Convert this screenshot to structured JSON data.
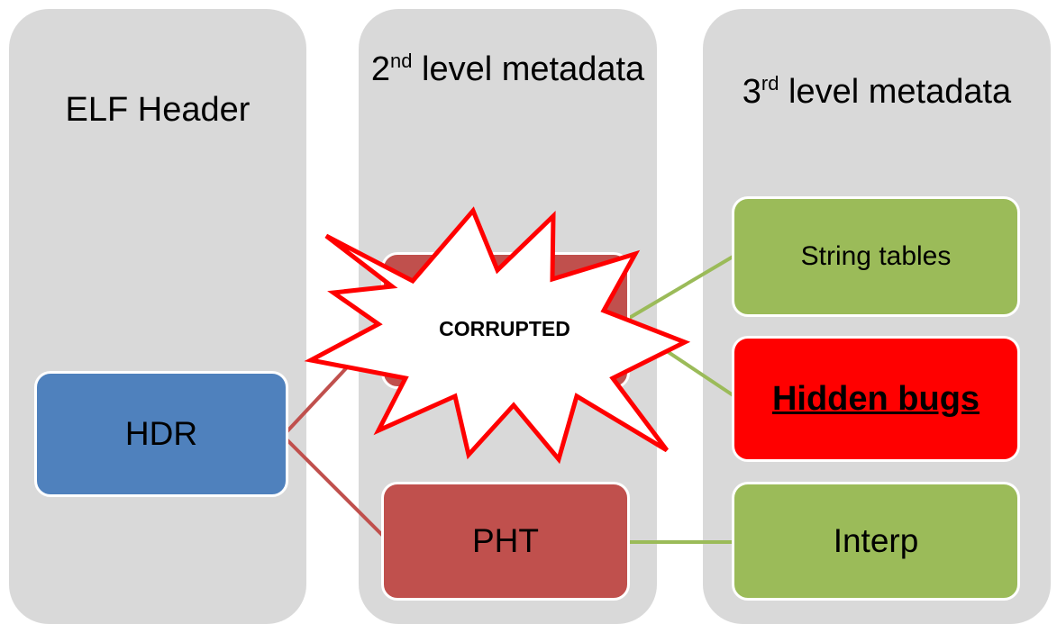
{
  "columns": [
    {
      "title": "ELF Header",
      "sup": "",
      "title_rest": ""
    },
    {
      "title": "2",
      "sup": "nd",
      "title_rest": " level metadata"
    },
    {
      "title": "3",
      "sup": "rd",
      "title_rest": " level metadata"
    }
  ],
  "nodes": {
    "hdr": "HDR",
    "pht": "PHT",
    "string_tables": "String tables",
    "hidden_bugs": "Hidden bugs",
    "interp": "Interp"
  },
  "callout": {
    "label": "CORRUPTED"
  },
  "colors": {
    "column_bg": "#d9d9d9",
    "hdr": "#4f81bd",
    "red_node": "#c0504d",
    "green_node": "#9bbb59",
    "hidden_bugs": "#ff0000",
    "red_connector": "#c0504d",
    "green_connector": "#9bbb59",
    "burst_stroke": "#ff0000"
  }
}
